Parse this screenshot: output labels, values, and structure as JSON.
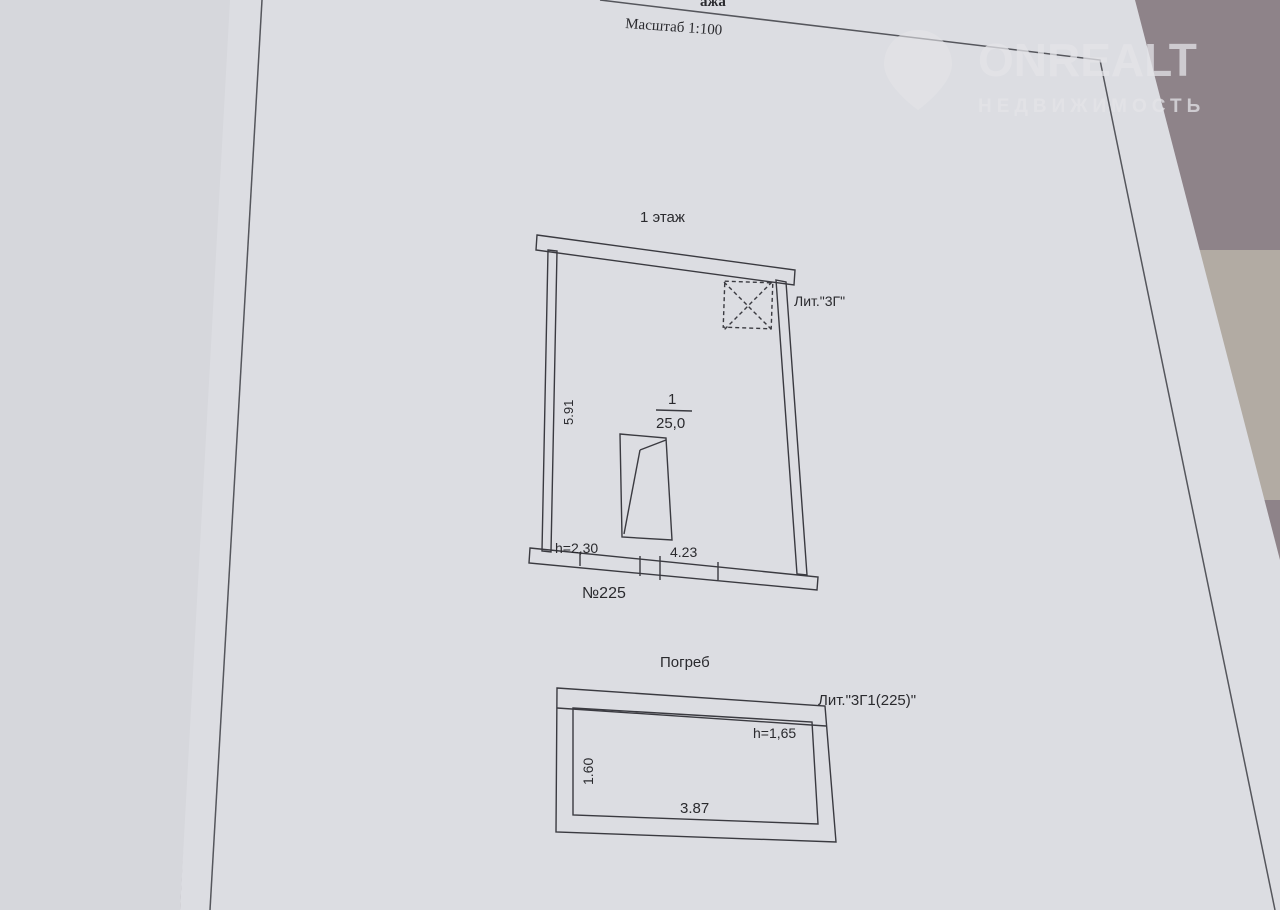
{
  "header": {
    "title_fragment": "ажа",
    "scale": "Масштаб 1:100"
  },
  "watermark": {
    "brand": "ONREALT",
    "tagline": "НЕДВИЖИМОСТЬ"
  },
  "floor1": {
    "title": "1 этаж",
    "liter": "Лит.\"3Г\"",
    "room_number": "1",
    "room_area": "25,0",
    "length_side": "5.91",
    "width_bottom": "4.23",
    "height": "h=2,30",
    "number": "№225"
  },
  "cellar": {
    "title": "Погреб",
    "liter": "Лит.\"3Г1(225)\"",
    "height": "h=1,65",
    "side": "1.60",
    "length": "3.87"
  },
  "colors": {
    "paper": "#dcdde2",
    "left_page": "#d8d9de",
    "ink": "#2a2a2e",
    "background": "#8a8086"
  }
}
